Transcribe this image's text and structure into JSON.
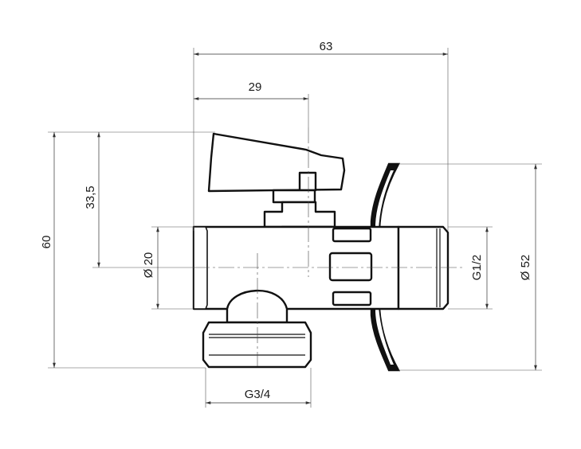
{
  "dimensions": {
    "overall_length": "63",
    "inlet_to_stem": "29",
    "stem_height": "33,5",
    "overall_height": "60",
    "body_diameter": "Ø 20",
    "outlet_thread": "G1/2",
    "rosette_diameter": "Ø 52",
    "inlet_thread": "G3/4"
  }
}
